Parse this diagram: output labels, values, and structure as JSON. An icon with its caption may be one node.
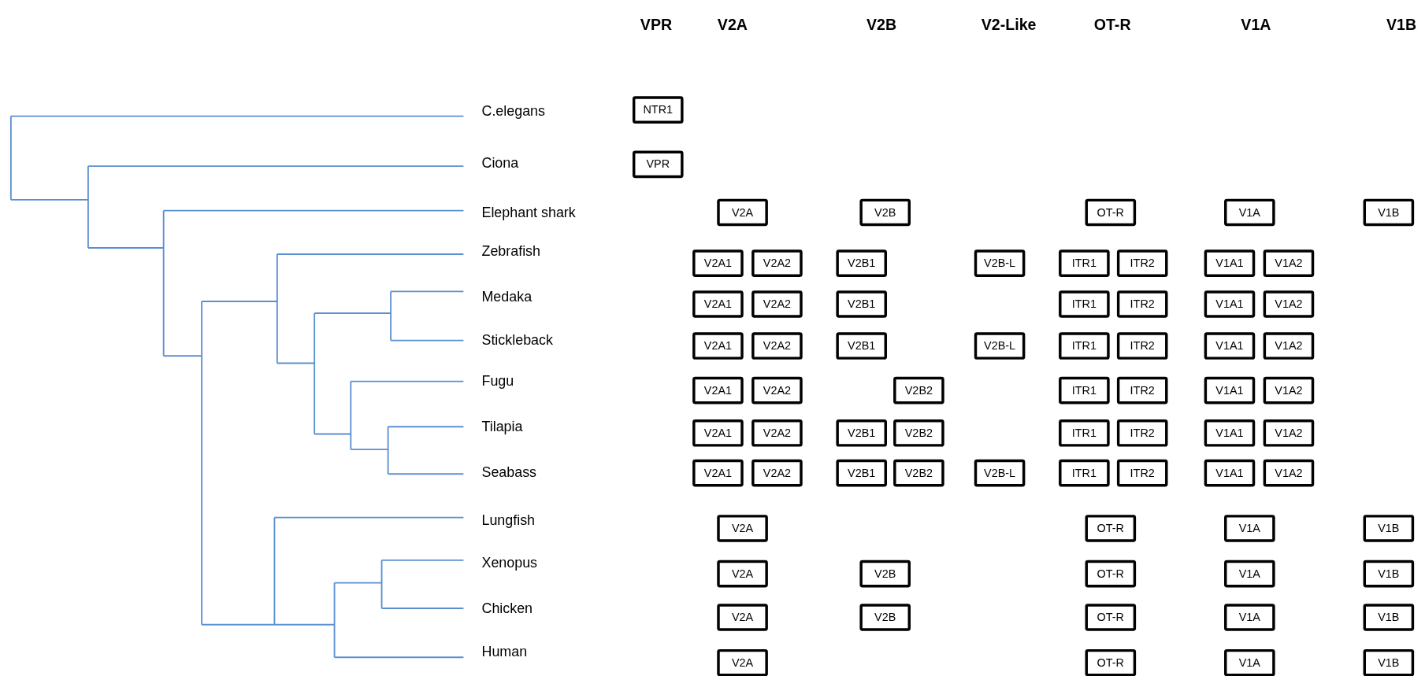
{
  "diagram": {
    "nodes": [
      {
        "text": [
          "NTR1"
        ]
      },
      {
        "text": [
          "VPR"
        ]
      },
      {
        "text": [
          "V2A"
        ]
      },
      {
        "text": [
          "V2B"
        ]
      },
      {
        "text": [
          "OT-R"
        ]
      },
      {
        "text": [
          "V1A"
        ]
      },
      {
        "text": [
          "V1B"
        ]
      },
      {
        "text": [
          "V2A1"
        ]
      },
      {
        "text": [
          "V2A2"
        ]
      },
      {
        "text": [
          "V2B1"
        ]
      },
      {
        "text": [
          "V2B-L"
        ]
      },
      {
        "text": [
          "ITR1"
        ]
      },
      {
        "text": [
          "ITR2"
        ]
      },
      {
        "text": [
          "V1A1"
        ]
      },
      {
        "text": [
          "V1A2"
        ]
      },
      {
        "text": [
          "V2A1"
        ]
      },
      {
        "text": [
          "V2A2"
        ]
      },
      {
        "text": [
          "V2B1"
        ]
      },
      {
        "text": [
          "ITR1"
        ]
      },
      {
        "text": [
          "ITR2"
        ]
      },
      {
        "text": [
          "V1A1"
        ]
      },
      {
        "text": [
          "V1A2"
        ]
      },
      {
        "text": [
          "V2A1"
        ]
      },
      {
        "text": [
          "V2A2"
        ]
      },
      {
        "text": [
          "V2B1"
        ]
      },
      {
        "text": [
          "V2B-L"
        ]
      },
      {
        "text": [
          "ITR1"
        ]
      },
      {
        "text": [
          "ITR2"
        ]
      },
      {
        "text": [
          "V1A1"
        ]
      },
      {
        "text": [
          "V1A2"
        ]
      },
      {
        "text": [
          "V2A1"
        ]
      },
      {
        "text": [
          "V2A2"
        ]
      },
      {
        "text": [
          "V2B2"
        ]
      },
      {
        "text": [
          "ITR1"
        ]
      },
      {
        "text": [
          "ITR2"
        ]
      },
      {
        "text": [
          "V1A1"
        ]
      },
      {
        "text": [
          "V1A2"
        ]
      },
      {
        "text": [
          "V2A1"
        ]
      },
      {
        "text": [
          "V2A2"
        ]
      },
      {
        "text": [
          "V2B1"
        ]
      },
      {
        "text": [
          "V2B2"
        ]
      },
      {
        "text": [
          "ITR1"
        ]
      },
      {
        "text": [
          "ITR2"
        ]
      },
      {
        "text": [
          "V1A1"
        ]
      },
      {
        "text": [
          "V1A2"
        ]
      },
      {
        "text": [
          "V2A1"
        ]
      },
      {
        "text": [
          "V2A2"
        ]
      },
      {
        "text": [
          "V2B1"
        ]
      },
      {
        "text": [
          "V2B2"
        ]
      },
      {
        "text": [
          "V2B-L"
        ]
      },
      {
        "text": [
          "ITR1"
        ]
      },
      {
        "text": [
          "ITR2"
        ]
      },
      {
        "text": [
          "V1A1"
        ]
      },
      {
        "text": [
          "V1A2"
        ]
      },
      {
        "text": [
          "V2A"
        ]
      },
      {
        "text": [
          "OT-R"
        ]
      },
      {
        "text": [
          "V1A"
        ]
      },
      {
        "text": [
          "V1B"
        ]
      },
      {
        "text": [
          "V2A"
        ]
      },
      {
        "text": [
          "V2B"
        ]
      },
      {
        "text": [
          "OT-R"
        ]
      },
      {
        "text": [
          "V1A"
        ]
      },
      {
        "text": [
          "V1B"
        ]
      },
      {
        "text": [
          "V2A"
        ]
      },
      {
        "text": [
          "V2B"
        ]
      },
      {
        "text": [
          "OT-R"
        ]
      },
      {
        "text": [
          "V1A"
        ]
      },
      {
        "text": [
          "V1B"
        ]
      },
      {
        "text": [
          "V2A"
        ]
      },
      {
        "text": [
          "OT-R"
        ]
      },
      {
        "text": [
          "V1A"
        ]
      },
      {
        "text": [
          "V1B"
        ]
      }
    ],
    "labels": [
      "VPR",
      "V2A",
      "V2B",
      "V2-Like",
      "OT-R",
      "V1A",
      "V1B",
      "C.elegans",
      "Ciona",
      "Elephant shark",
      "Zebrafish",
      "Medaka",
      "Stickleback",
      "Fugu",
      "Tilapia",
      "Seabass",
      "Lungfish",
      "Xenopus",
      "Chicken",
      "Human"
    ]
  }
}
